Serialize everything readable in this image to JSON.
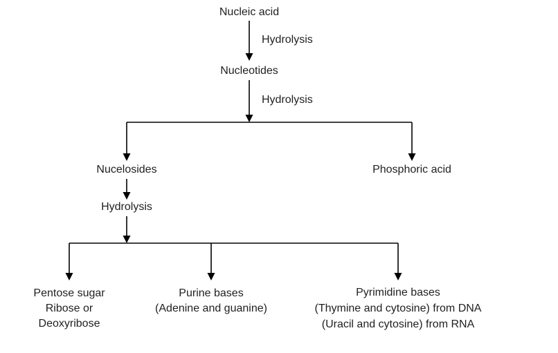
{
  "diagram": {
    "root": "Nucleic acid",
    "step1_label": "Hydrolysis",
    "level2": "Nucleotides",
    "step2_label": "Hydrolysis",
    "level3_left": "Nucelosides",
    "level3_right": "Phosphoric acid",
    "step3_label": "Hydrolysis",
    "products": {
      "pentose": [
        "Pentose sugar",
        "Ribose or",
        "Deoxyribose"
      ],
      "purine": [
        "Purine bases",
        "(Adenine and guanine)"
      ],
      "pyrimidine": [
        "Pyrimidine bases",
        "(Thymine and cytosine) from DNA",
        "(Uracil and cytosine) from RNA"
      ]
    }
  },
  "colors": {
    "line": "#000000",
    "text": "#1f1f1f",
    "background": "#ffffff"
  }
}
